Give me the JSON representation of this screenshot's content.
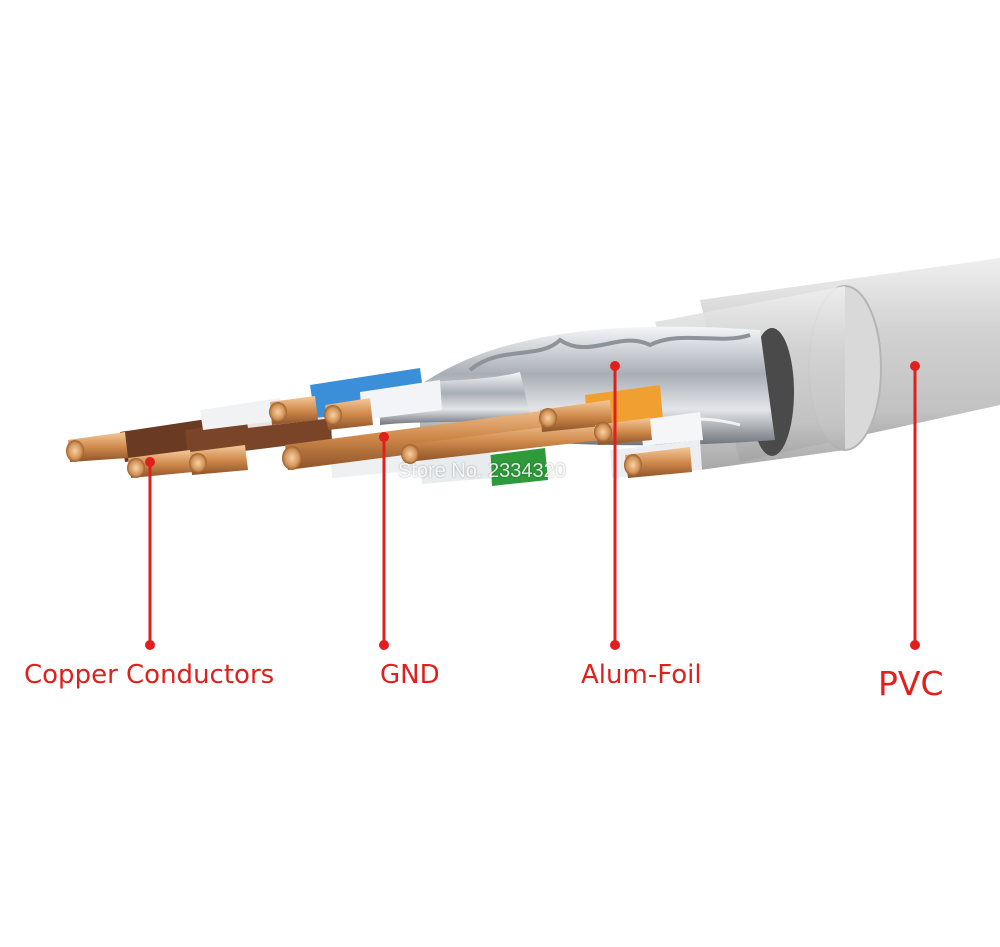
{
  "labels": {
    "copper": "Copper Conductors",
    "gnd": "GND",
    "foil": "Alum-Foil",
    "pvc": "PVC"
  },
  "watermark": "Store No. 2334320",
  "colors": {
    "callout": "#e0201c",
    "copper": "#d79a5e",
    "jacket": "#c9c9c9",
    "foil": "#b8bcc2",
    "pair_brown": "#6b3a22",
    "pair_blue": "#3b8fd8",
    "pair_green": "#2e9a3a",
    "pair_orange": "#f0a030"
  },
  "icons": [
    "cable-cross-section-illustration"
  ]
}
